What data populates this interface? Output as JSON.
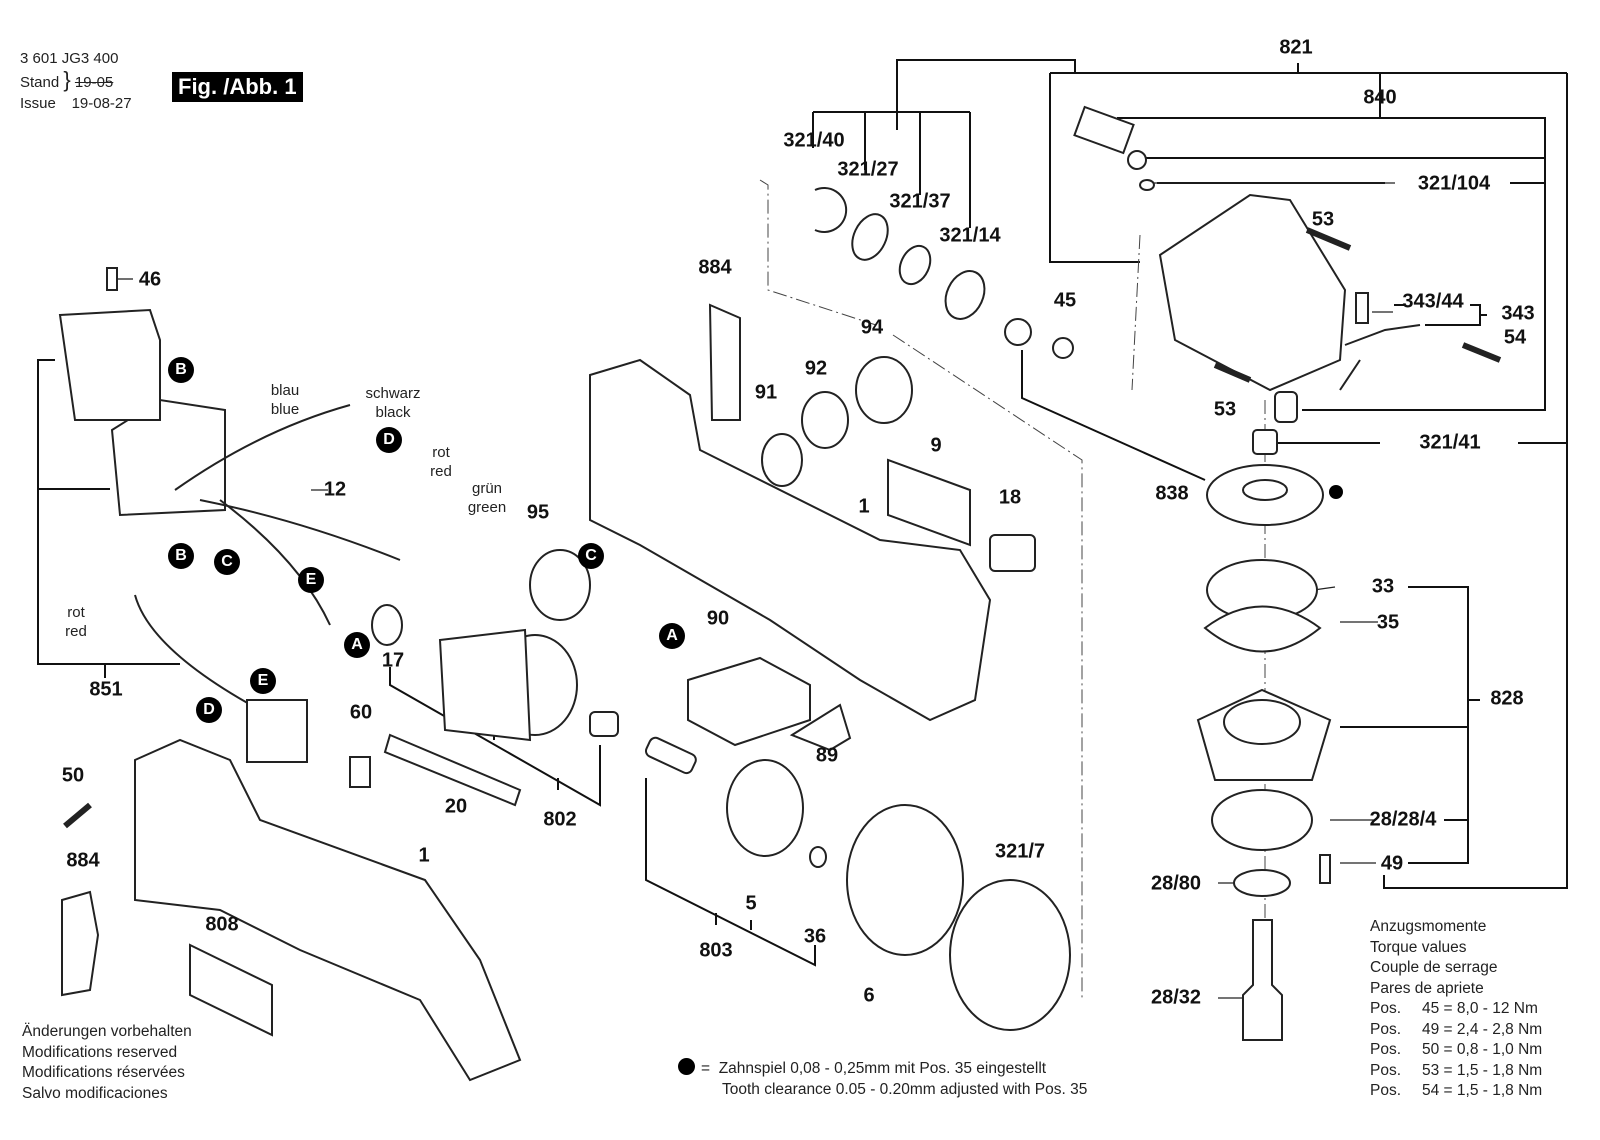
{
  "header": {
    "part_number": "3 601 JG3 400",
    "stand_label": "Stand",
    "issue_label": "Issue",
    "stand_value_struck": "19-05",
    "issue_value": "19-08-27",
    "figure_label": "Fig. /Abb. 1"
  },
  "part_labels": {
    "p821": "821",
    "p840": "840",
    "p321_104": "321/104",
    "p321_40": "321/40",
    "p321_27": "321/27",
    "p321_37": "321/37",
    "p321_14": "321/14",
    "p53a": "53",
    "p53b": "53",
    "p45": "45",
    "p343_44": "343/44",
    "p343": "343",
    "p54": "54",
    "p321_41": "321/41",
    "p838": "838",
    "p884a": "884",
    "p94": "94",
    "p92": "92",
    "p91": "91",
    "p9": "9",
    "p18": "18",
    "p1a": "1",
    "p95": "95",
    "p90": "90",
    "p89": "89",
    "p46": "46",
    "p12": "12",
    "p17": "17",
    "p851": "851",
    "p60": "60",
    "p50": "50",
    "p20": "20",
    "p802": "802",
    "p884b": "884",
    "p1b": "1",
    "p808": "808",
    "p5": "5",
    "p36": "36",
    "p803": "803",
    "p6": "6",
    "p321_7": "321/7",
    "p33": "33",
    "p35": "35",
    "p828": "828",
    "p28_28_4": "28/28/4",
    "p49": "49",
    "p28_80": "28/80",
    "p28_32": "28/32"
  },
  "wire_labels": {
    "blue": "blau\nblue",
    "black": "schwarz\nblack",
    "red1": "rot\nred",
    "green": "grün\ngreen",
    "red2": "rot\nred"
  },
  "connectors": [
    "A",
    "B",
    "C",
    "D",
    "E"
  ],
  "notes": {
    "modifications": [
      "Änderungen vorbehalten",
      "Modifications reserved",
      "Modifications réservées",
      "Salvo modificaciones"
    ]
  },
  "legend": {
    "symbol": "●",
    "equals": "=",
    "line1": "Zahnspiel 0,08 - 0,25mm mit Pos. 35 eingestellt",
    "line2": "Tooth clearance 0.05 - 0.20mm adjusted with Pos. 35"
  },
  "torque": {
    "titles": [
      "Anzugsmomente",
      "Torque values",
      "Couple de serrage",
      "Pares de apriete"
    ],
    "rows": [
      {
        "pos": "Pos.",
        "value": "45 = 8,0 - 12  Nm"
      },
      {
        "pos": "Pos.",
        "value": "49 = 2,4 - 2,8 Nm"
      },
      {
        "pos": "Pos.",
        "value": "50 = 0,8 - 1,0 Nm"
      },
      {
        "pos": "Pos.",
        "value": "53 = 1,5 - 1,8 Nm"
      },
      {
        "pos": "Pos.",
        "value": "54 = 1,5 - 1,8 Nm"
      }
    ]
  }
}
